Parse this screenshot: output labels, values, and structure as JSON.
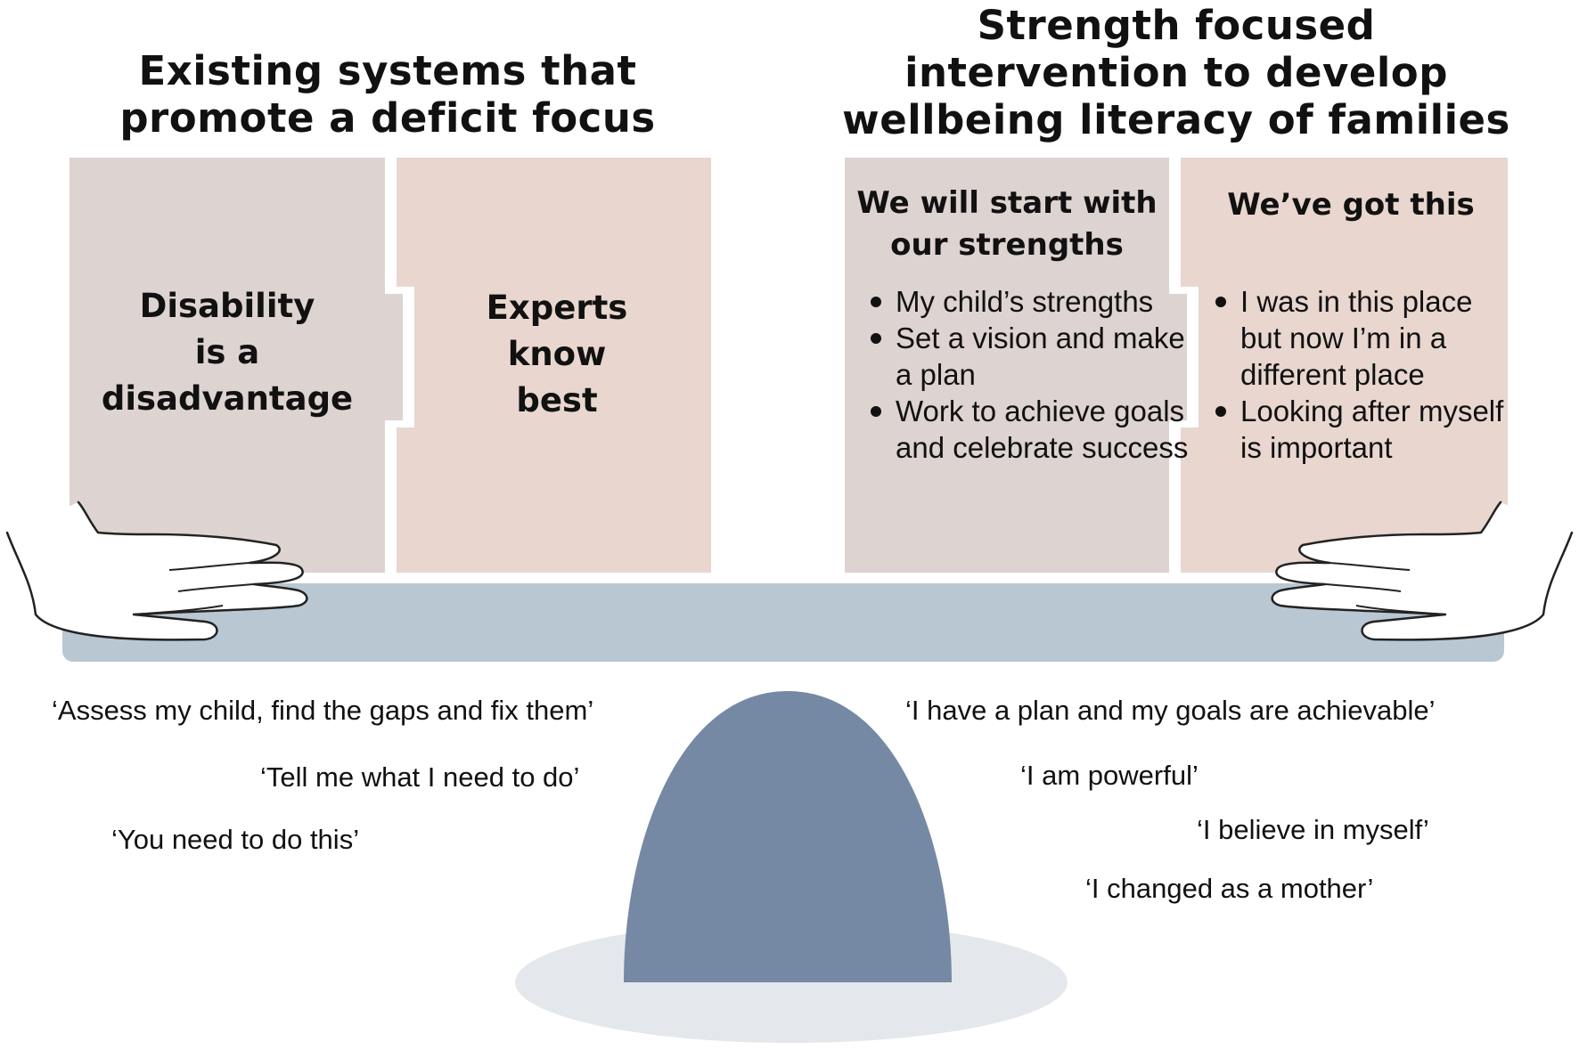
{
  "colors": {
    "box_grey": "#ddd3d0",
    "box_pink": "#e8d6cf",
    "beam": "#b9c7d2",
    "fulcrum": "#7589a5",
    "shadow": "#e4e8ec",
    "text": "#111111"
  },
  "left": {
    "heading_lines": [
      "Existing systems that",
      "promote a deficit focus"
    ],
    "box1_lines": [
      "Disability",
      "is a",
      "disadvantage"
    ],
    "box2_lines": [
      "Experts",
      "know",
      "best"
    ],
    "quotes": [
      "‘Assess my child, find the gaps and fix them’",
      "‘Tell me what I need to do’",
      "‘You need to do this’"
    ]
  },
  "right": {
    "heading_lines": [
      "Strength focused",
      "intervention to develop",
      "wellbeing literacy of families"
    ],
    "card1": {
      "title_lines": [
        "We will start with",
        "our strengths"
      ],
      "bullets": [
        "My child’s strengths",
        "Set a vision and make a plan",
        "Work to achieve goals and celebrate success"
      ]
    },
    "card2": {
      "title_lines": [
        "We’ve got this"
      ],
      "bullets": [
        "I was in this place but now I’m in a different place",
        "Looking after myself is important"
      ]
    },
    "quotes": [
      "‘I have a plan and my goals are achievable’",
      "‘I am powerful’",
      "‘I believe in myself’",
      "‘I changed as a mother’"
    ]
  },
  "icons": {
    "left_hand": "left-hand-icon",
    "right_hand": "right-hand-icon"
  }
}
